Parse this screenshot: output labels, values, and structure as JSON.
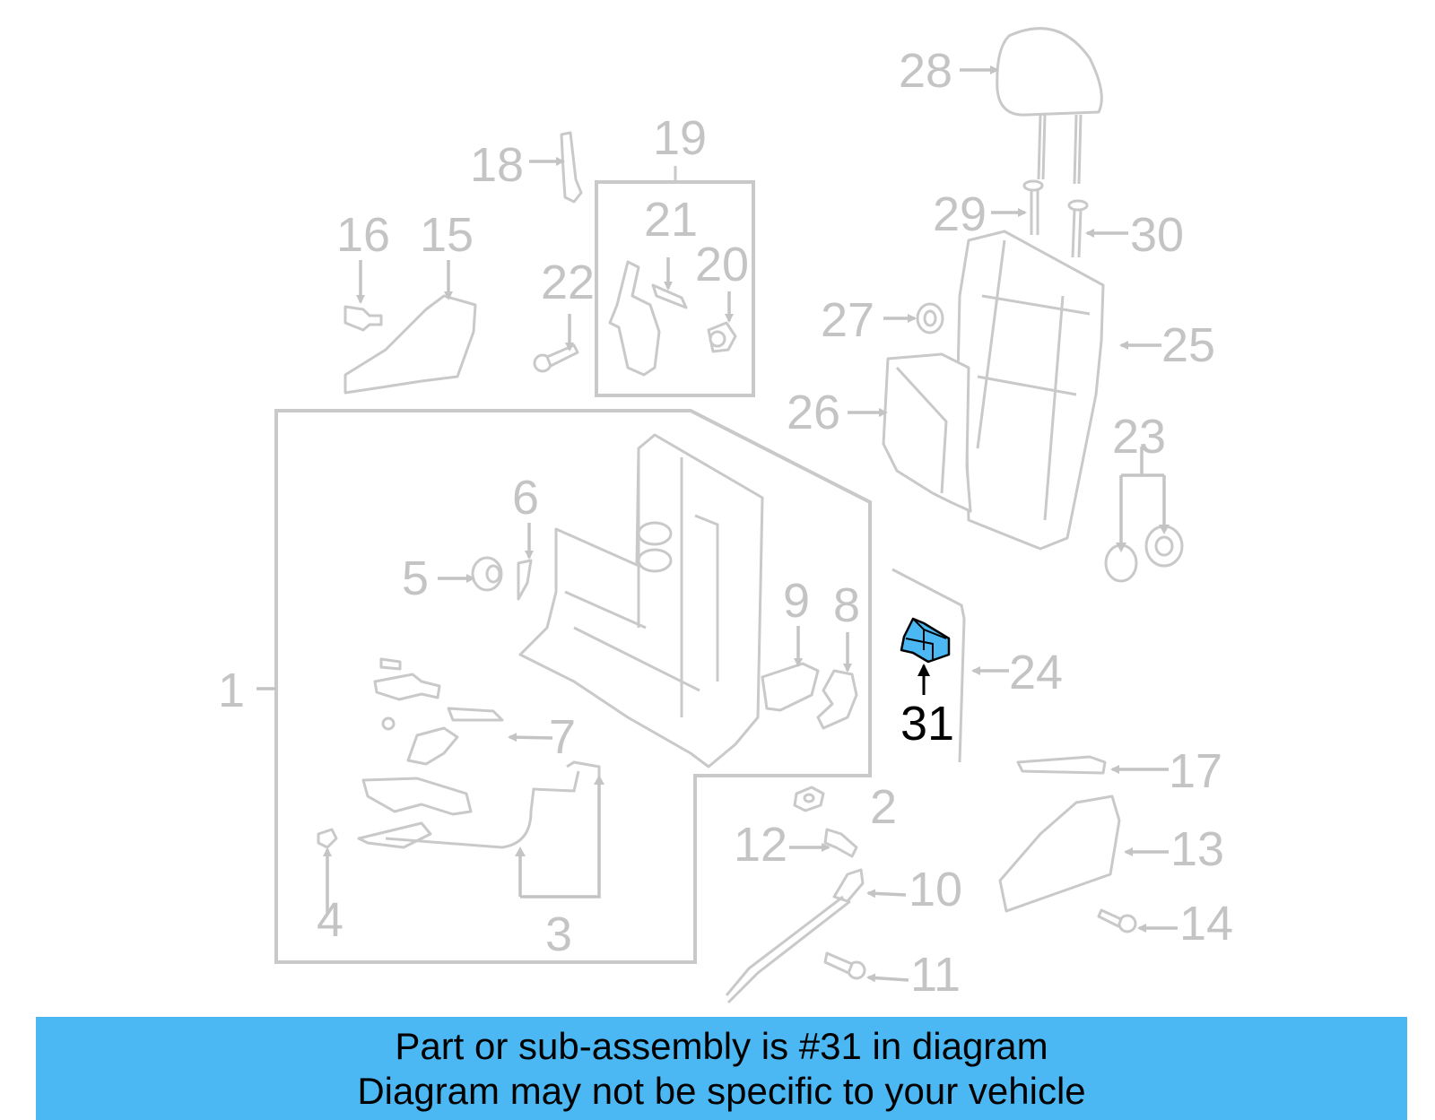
{
  "labels": {
    "l1": "1",
    "l2": "2",
    "l3": "3",
    "l4": "4",
    "l5": "5",
    "l6": "6",
    "l7": "7",
    "l8": "8",
    "l9": "9",
    "l10": "10",
    "l11": "11",
    "l12": "12",
    "l13": "13",
    "l14": "14",
    "l15": "15",
    "l16": "16",
    "l17": "17",
    "l18": "18",
    "l19": "19",
    "l20": "20",
    "l21": "21",
    "l22": "22",
    "l23": "23",
    "l24": "24",
    "l25": "25",
    "l26": "26",
    "l27": "27",
    "l28": "28",
    "l29": "29",
    "l30": "30",
    "l31": "31"
  },
  "highlight": {
    "part_number": "31",
    "color": "#4cb8f3"
  },
  "banner": {
    "line1": "Part or sub-assembly is #31 in diagram",
    "line2": "Diagram may not be specific to your vehicle",
    "background": "#4cb8f3"
  }
}
